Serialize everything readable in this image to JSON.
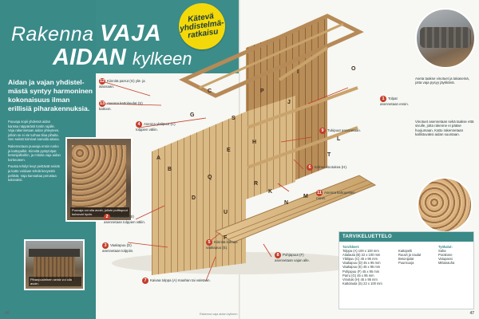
{
  "title": {
    "line1_prefix": "Rakenna",
    "line1_strong": "VAJA",
    "line2_strong": "AIDAN",
    "line2_suffix": "kylkeen"
  },
  "badge": {
    "line1": "Kätevä",
    "line2": "yhdistelmä-",
    "line3": "ratkaisu"
  },
  "intro": "Aidan ja vajan yhdistel-mästä syntyy harmoninen kokonaisuus ilman erillisiä piharakennuksia.",
  "body_paragraphs": [
    "Puuvaja sopii yhdessä aidan kanssa näppärästi tontin rajalle. Vaja rakennetaan aidan yhteyteen, jolloin se ei vie turhaa tilaa pihalta. Sen seinät toimivat samalla aitana.",
    "Rakennetaan puuvaja ensin runko ja kattopalkit. Kiinnitä pystytolpat betonijalkoihin, ja mitoita vaja aidan korkeuteen.",
    "Puusta tehdyt levyt peittävät seinät ja katto voidaan tehdä kevyestä peltistä. Vaja kannattaa perustaa tukevaksi."
  ],
  "photo_captions": {
    "woodpile": "Puuvaja voi olla avoin, jolloin polttopuut kuivuvat hyvin.",
    "shed": "Pihanpuoleinen seinä voi olla avoin."
  },
  "diagram_letters": [
    "A",
    "B",
    "C",
    "D",
    "E",
    "F",
    "G",
    "H",
    "I",
    "J",
    "K",
    "L",
    "M",
    "N",
    "O",
    "P",
    "Q",
    "R",
    "S",
    "T",
    "U"
  ],
  "callouts": [
    {
      "num": "12",
      "text": "Kiinnitä parrut (G) ylä- ja alaosaan."
    },
    {
      "num": "13",
      "text": "Asenna kattolaudat (S) kattoon."
    },
    {
      "num": "4",
      "text": "Asenna ylälipuut (C) tolppien väliin."
    },
    {
      "num": "2",
      "text": "Aita laudat (B) asennetaan tolppien väliin."
    },
    {
      "num": "3",
      "text": "Vaakapuu (D) asennetaan tolppiin."
    },
    {
      "num": "5",
      "text": "Kiinnitä kolmas vaakapuu (E)."
    },
    {
      "num": "7",
      "text": "Kaivaa tolppa (A) maahan tai valetaan."
    },
    {
      "num": "8",
      "text": "Pohjapuut (F) asennetaan vajan alle."
    },
    {
      "num": "9",
      "text": "Tukipuut asennetaan."
    },
    {
      "num": "6",
      "text": "Kolme vinotukea (H)."
    },
    {
      "num": "11",
      "text": "Asenna kattopeltien ruuvit."
    },
    {
      "num": "1",
      "text": "Tolpat asennetaan ensin."
    }
  ],
  "right_text": [
    "Aseta taakse vinotuet ja takaseinä, jotta vaja pysyy jäykkänä.",
    "Vinotuet asennetaan sekä taakse että sivulle, jotta rakenne ei pääse huojumaan. Katto rakennetaan kallistuvaksi aidan suuntaan."
  ],
  "parts_list": {
    "heading": "TARVIKELUETTELO",
    "col1_heading": "Tarvikkeet:",
    "col1": [
      "Tolppa (A) 100 x 100 mm",
      "Aitalauta (B) 22 x 100 mm",
      "Ylälipuu (C) 45 x 95 mm",
      "Vaakapuu (D) 45 x 95 mm",
      "Vaakapuu (E) 45 x 95 mm",
      "Pohjapuu (F) 45 x 95 mm",
      "Parru (G) 45 x 95 mm",
      "Vinotuki (H) 45 x 95 mm",
      "Kattolauta (S) 22 x 100 mm"
    ],
    "col2": [
      "Kattopelti",
      "Ruuvit ja naulat",
      "Betonijalat",
      "Puunsuoja"
    ],
    "col3_heading": "Työkalut:",
    "col3": [
      "Saha",
      "Porakone",
      "Vatupassi",
      "Mittanauha"
    ]
  },
  "folio": {
    "left": "46",
    "right": "47",
    "mid": "Rakenna vaja aidan kylkeen"
  },
  "colors": {
    "teal": "#3a8a88",
    "badge": "#f4d90a",
    "callout": "#c43d2a"
  }
}
